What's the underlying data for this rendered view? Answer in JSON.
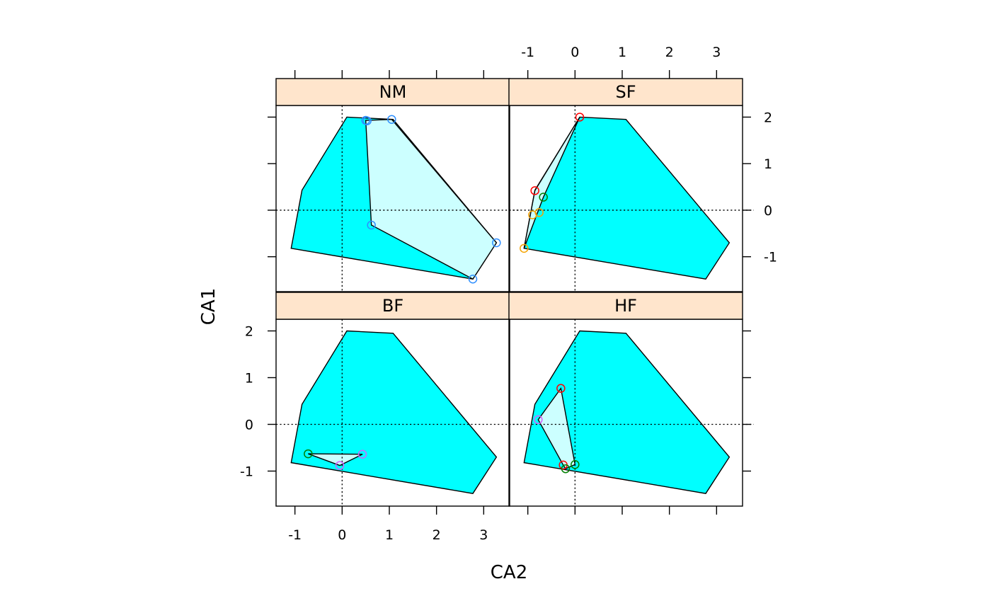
{
  "chart_data": {
    "type": "scatter",
    "xlabel": "CA2",
    "ylabel": "CA1",
    "xlim": [
      -1.4,
      3.55
    ],
    "ylim": [
      -1.75,
      2.25
    ],
    "x_ticks": [
      -1,
      0,
      1,
      2,
      3
    ],
    "y_ticks": [
      -1,
      0,
      1,
      2
    ],
    "x_tick_labels": [
      "-1",
      "0",
      "1",
      "2",
      "3"
    ],
    "y_tick_labels": [
      "-1",
      "0",
      "1",
      "2"
    ],
    "reference_lines": {
      "x": 0,
      "y": 0
    },
    "colors": {
      "outer_hull": "#00ffff",
      "inner_hull": "#ccffff",
      "strip": "#ffe5cc",
      "blue": "#2e8fff",
      "red": "#ff0000",
      "green": "#008000",
      "orange": "#f4a300",
      "magenta": "#d55fff"
    },
    "overall_hull": [
      [
        0.1,
        2.0
      ],
      [
        1.08,
        1.95
      ],
      [
        3.27,
        -0.7
      ],
      [
        2.77,
        -1.48
      ],
      [
        -1.08,
        -0.82
      ],
      [
        -0.85,
        0.43
      ]
    ],
    "panels": [
      {
        "name": "NM",
        "points": [
          {
            "x": 0.5,
            "y": 1.93,
            "color": "blue"
          },
          {
            "x": 0.53,
            "y": 1.92,
            "color": "blue"
          },
          {
            "x": 1.05,
            "y": 1.95,
            "color": "blue"
          },
          {
            "x": 0.62,
            "y": -0.32,
            "color": "blue"
          },
          {
            "x": 3.27,
            "y": -0.7,
            "color": "blue"
          },
          {
            "x": 2.77,
            "y": -1.48,
            "color": "blue"
          }
        ],
        "hull": [
          [
            0.5,
            1.93
          ],
          [
            1.05,
            1.95
          ],
          [
            3.27,
            -0.7
          ],
          [
            2.77,
            -1.48
          ],
          [
            0.62,
            -0.32
          ]
        ]
      },
      {
        "name": "SF",
        "points": [
          {
            "x": 0.1,
            "y": 2.0,
            "color": "red"
          },
          {
            "x": -0.85,
            "y": 0.42,
            "color": "red"
          },
          {
            "x": -0.67,
            "y": 0.28,
            "color": "green"
          },
          {
            "x": -0.76,
            "y": -0.05,
            "color": "orange"
          },
          {
            "x": -0.9,
            "y": -0.1,
            "color": "orange"
          },
          {
            "x": -1.08,
            "y": -0.82,
            "color": "orange"
          }
        ],
        "hull": [
          [
            0.1,
            2.0
          ],
          [
            -0.67,
            0.28
          ],
          [
            -1.08,
            -0.82
          ],
          [
            -0.85,
            0.42
          ]
        ]
      },
      {
        "name": "BF",
        "points": [
          {
            "x": -0.72,
            "y": -0.63,
            "color": "green"
          },
          {
            "x": 0.43,
            "y": -0.64,
            "color": "magenta"
          },
          {
            "x": -0.05,
            "y": -0.88,
            "color": "magenta"
          }
        ],
        "hull": [
          [
            -0.72,
            -0.63
          ],
          [
            0.43,
            -0.64
          ],
          [
            -0.05,
            -0.88
          ]
        ]
      },
      {
        "name": "HF",
        "points": [
          {
            "x": -0.3,
            "y": 0.77,
            "color": "red"
          },
          {
            "x": -0.78,
            "y": 0.1,
            "color": "magenta"
          },
          {
            "x": -0.25,
            "y": -0.87,
            "color": "red"
          },
          {
            "x": 0.0,
            "y": -0.86,
            "color": "green"
          },
          {
            "x": -0.2,
            "y": -0.95,
            "color": "green"
          }
        ],
        "hull": [
          [
            -0.3,
            0.77
          ],
          [
            0.0,
            -0.86
          ],
          [
            -0.2,
            -0.95
          ],
          [
            -0.25,
            -0.87
          ],
          [
            -0.78,
            0.1
          ]
        ]
      }
    ]
  }
}
